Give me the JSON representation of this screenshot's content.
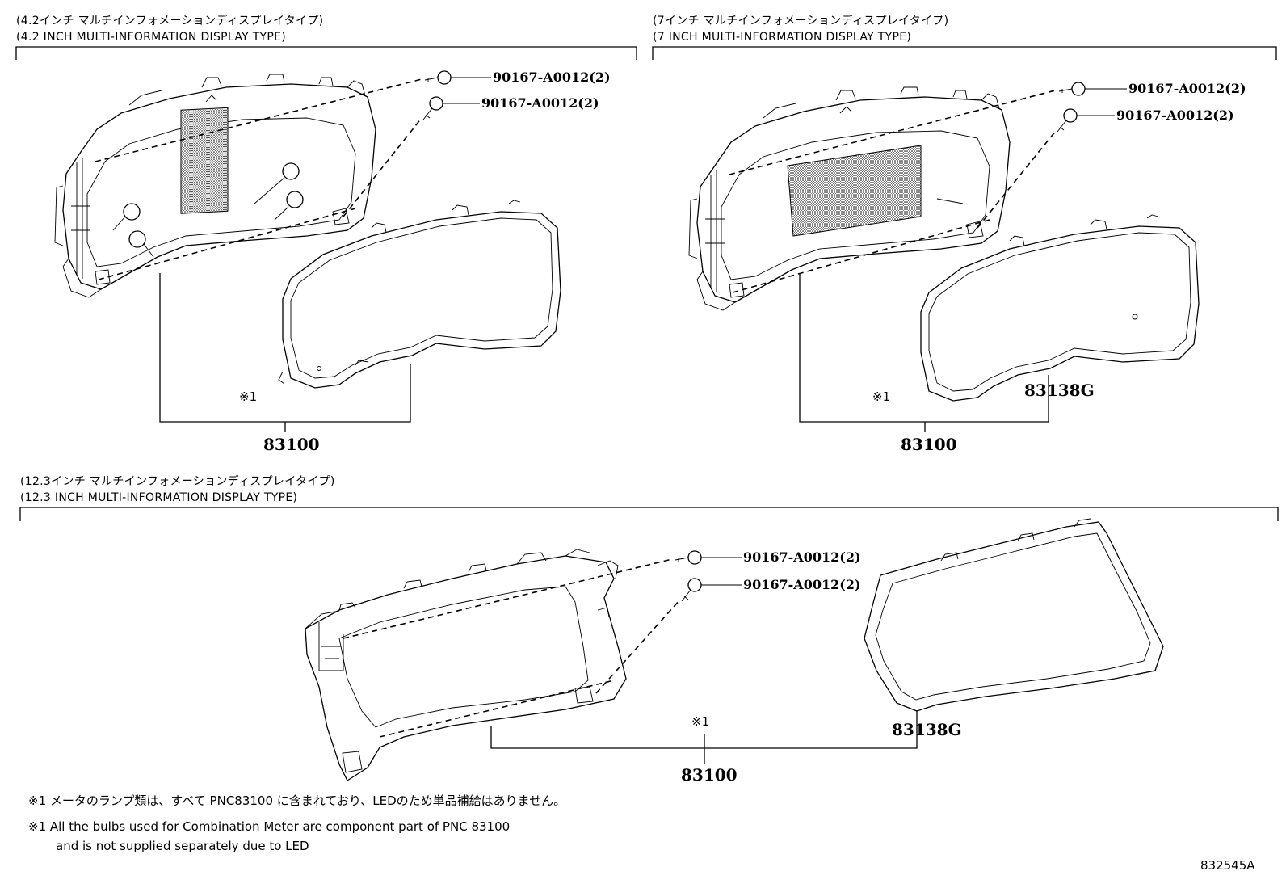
{
  "sections": [
    {
      "title_jp": "(4.2インチ マルチインフォメーションディスプレイタイプ)",
      "title_en": "(4.2 INCH MULTI-INFORMATION DISPLAY TYPE)",
      "screw1": "90167-A0012(2)",
      "screw2": "90167-A0012(2)",
      "assembly": "83100",
      "mark": "※1"
    },
    {
      "title_jp": "(7インチ マルチインフォメーションディスプレイタイプ)",
      "title_en": "(7 INCH MULTI-INFORMATION DISPLAY TYPE)",
      "screw1": "90167-A0012(2)",
      "screw2": "90167-A0012(2)",
      "assembly": "83100",
      "mark": "※1",
      "glass": "83138G"
    },
    {
      "title_jp": "(12.3インチ マルチインフォメーションディスプレイタイプ)",
      "title_en": "(12.3 INCH MULTI-INFORMATION DISPLAY TYPE)",
      "screw1": "90167-A0012(2)",
      "screw2": "90167-A0012(2)",
      "assembly": "83100",
      "mark": "※1",
      "glass": "83138G"
    }
  ],
  "notes": {
    "jp": "※1 メータのランプ類は、すべて PNC83100 に含まれており、LEDのため単品補給はありません。",
    "en_line1": "※1 All the bulbs used for Combination Meter are component part of PNC 83100",
    "en_line2": "and is not supplied separately due to LED"
  },
  "figure_id": "832545A"
}
